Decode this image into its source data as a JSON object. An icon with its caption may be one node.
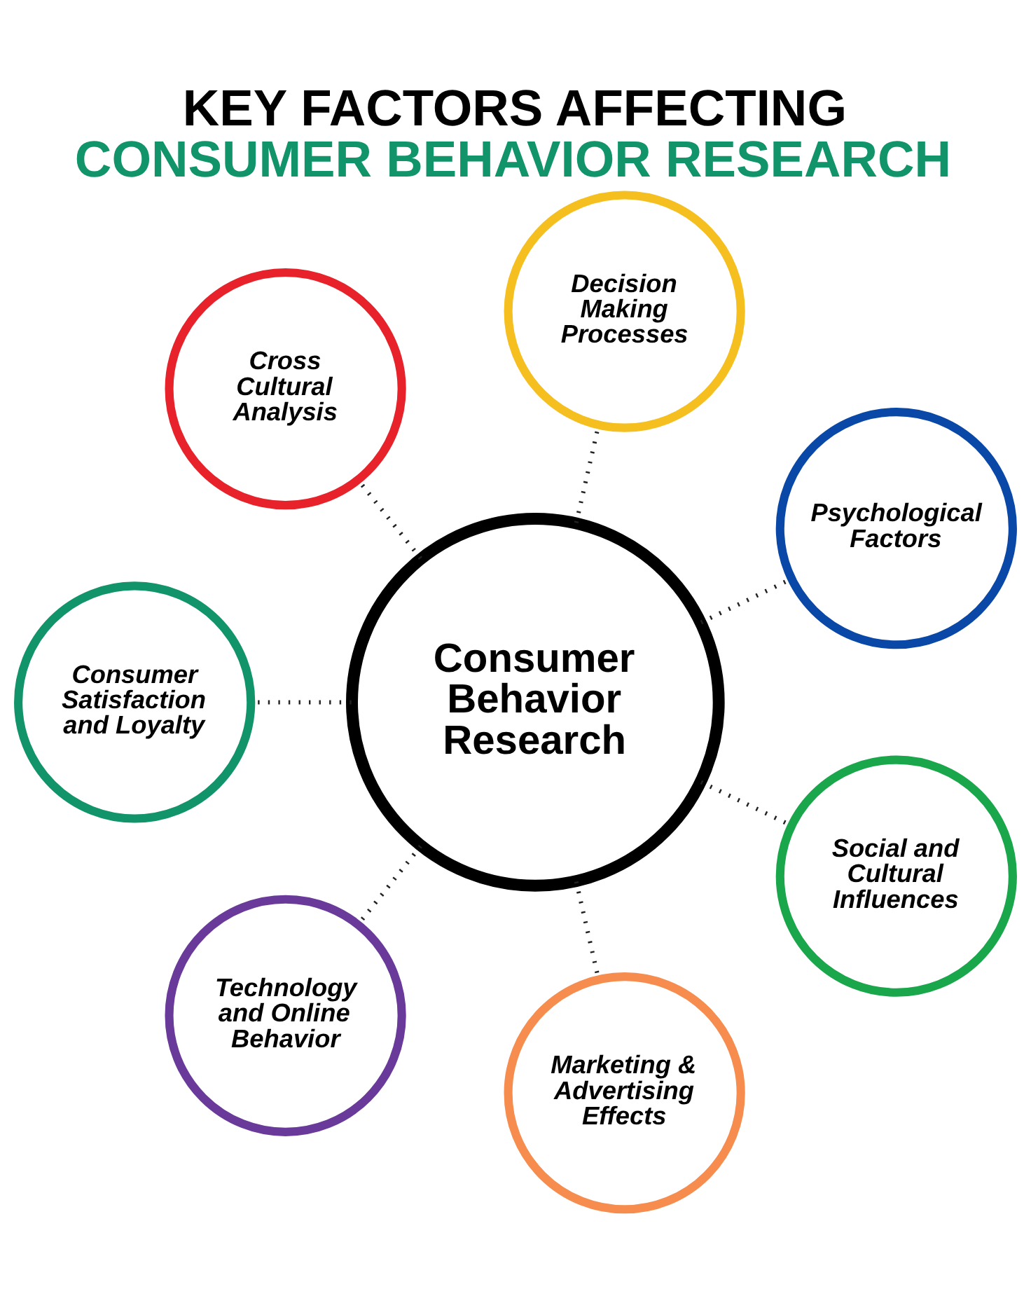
{
  "diagram": {
    "title": "KEY FACTORS AFFECTING CONSUMER BEHAVIOR RESEARCH",
    "nodes": [
      {
        "text": [
          "Consumer Behavior Research"
        ]
      },
      {
        "text": [
          "Cross Cultural Analysis"
        ]
      },
      {
        "text": [
          "Decision Making Processes"
        ]
      },
      {
        "text": [
          "Consumer Satisfaction and Loyalty"
        ]
      },
      {
        "text": [
          "Psychological Factors"
        ]
      },
      {
        "text": [
          "Technology and Online Behavior"
        ]
      },
      {
        "text": [
          "Marketing & Advertising Effects"
        ]
      },
      {
        "text": [
          "Social and Cultural Influences"
        ]
      }
    ],
    "edges": [
      {
        "from": 0,
        "to": 1,
        "arrow": "none"
      },
      {
        "from": 0,
        "to": 2,
        "arrow": "none"
      },
      {
        "from": 0,
        "to": 3,
        "arrow": "none"
      },
      {
        "from": 0,
        "to": 4,
        "arrow": "none"
      },
      {
        "from": 0,
        "to": 5,
        "arrow": "none"
      },
      {
        "from": 0,
        "to": 6,
        "arrow": "none"
      },
      {
        "from": 0,
        "to": 7,
        "arrow": "none"
      }
    ]
  }
}
